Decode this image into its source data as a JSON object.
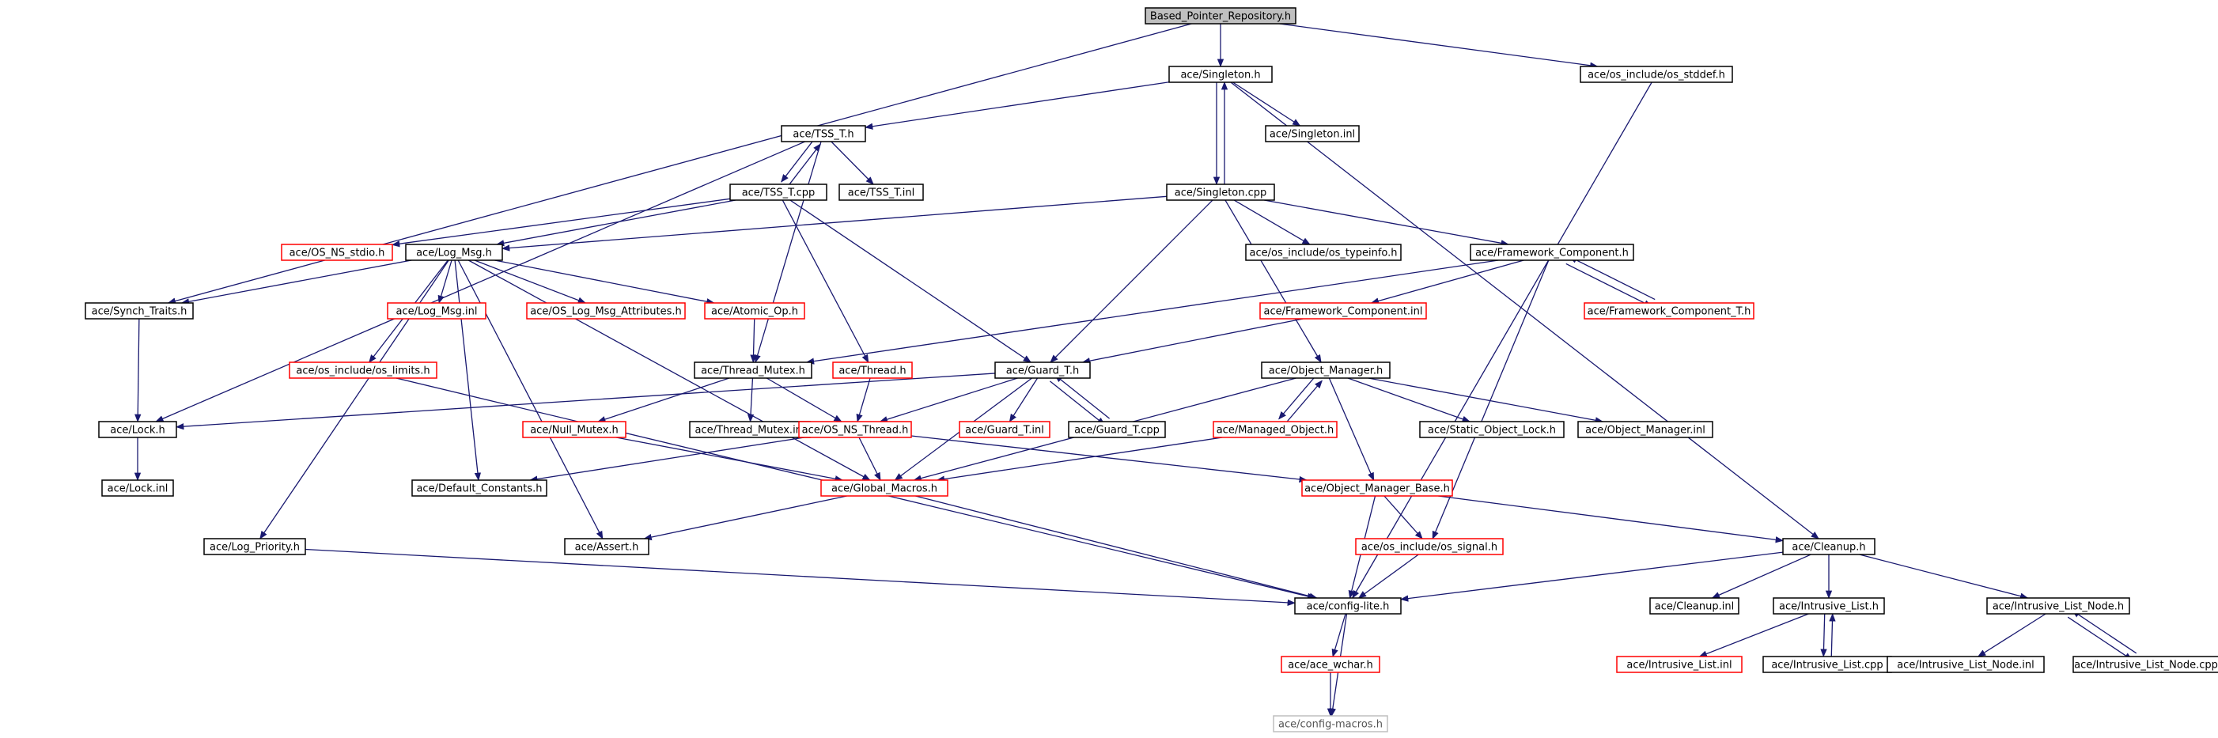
{
  "colors": {
    "edge": "#191970",
    "normal_border": "#000000",
    "truncated_border": "#ff0000",
    "external_border": "#bfbfbf",
    "root_fill": "#bfbfbf",
    "text": "#000000",
    "external_text": "#555555"
  },
  "nodes": [
    {
      "id": "root",
      "label": "Based_Pointer_Repository.h",
      "kind": "root"
    },
    {
      "id": "singleton_h",
      "label": "ace/Singleton.h",
      "kind": "normal"
    },
    {
      "id": "os_stddef",
      "label": "ace/os_include/os_stddef.h",
      "kind": "normal"
    },
    {
      "id": "tss_t_h",
      "label": "ace/TSS_T.h",
      "kind": "normal"
    },
    {
      "id": "singleton_inl",
      "label": "ace/Singleton.inl",
      "kind": "normal"
    },
    {
      "id": "tss_t_cpp",
      "label": "ace/TSS_T.cpp",
      "kind": "normal"
    },
    {
      "id": "tss_t_inl",
      "label": "ace/TSS_T.inl",
      "kind": "normal"
    },
    {
      "id": "singleton_cpp",
      "label": "ace/Singleton.cpp",
      "kind": "normal"
    },
    {
      "id": "os_ns_stdio",
      "label": "ace/OS_NS_stdio.h",
      "kind": "truncated"
    },
    {
      "id": "log_msg_h",
      "label": "ace/Log_Msg.h",
      "kind": "normal"
    },
    {
      "id": "os_typeinfo",
      "label": "ace/os_include/os_typeinfo.h",
      "kind": "normal"
    },
    {
      "id": "fw_comp_h",
      "label": "ace/Framework_Component.h",
      "kind": "normal"
    },
    {
      "id": "synch_traits",
      "label": "ace/Synch_Traits.h",
      "kind": "normal"
    },
    {
      "id": "log_msg_inl",
      "label": "ace/Log_Msg.inl",
      "kind": "truncated"
    },
    {
      "id": "os_log_msg_attr",
      "label": "ace/OS_Log_Msg_Attributes.h",
      "kind": "truncated"
    },
    {
      "id": "atomic_op",
      "label": "ace/Atomic_Op.h",
      "kind": "truncated"
    },
    {
      "id": "fw_comp_inl",
      "label": "ace/Framework_Component.inl",
      "kind": "truncated"
    },
    {
      "id": "fw_comp_t",
      "label": "ace/Framework_Component_T.h",
      "kind": "truncated"
    },
    {
      "id": "os_limits",
      "label": "ace/os_include/os_limits.h",
      "kind": "truncated"
    },
    {
      "id": "thread_mutex_h",
      "label": "ace/Thread_Mutex.h",
      "kind": "normal"
    },
    {
      "id": "thread_h",
      "label": "ace/Thread.h",
      "kind": "truncated"
    },
    {
      "id": "guard_t_h",
      "label": "ace/Guard_T.h",
      "kind": "normal"
    },
    {
      "id": "object_manager_h",
      "label": "ace/Object_Manager.h",
      "kind": "normal"
    },
    {
      "id": "lock_h",
      "label": "ace/Lock.h",
      "kind": "normal"
    },
    {
      "id": "null_mutex",
      "label": "ace/Null_Mutex.h",
      "kind": "truncated"
    },
    {
      "id": "thread_mutex_inl",
      "label": "ace/Thread_Mutex.inl",
      "kind": "normal"
    },
    {
      "id": "os_ns_thread",
      "label": "ace/OS_NS_Thread.h",
      "kind": "truncated"
    },
    {
      "id": "guard_t_inl",
      "label": "ace/Guard_T.inl",
      "kind": "truncated"
    },
    {
      "id": "guard_t_cpp",
      "label": "ace/Guard_T.cpp",
      "kind": "normal"
    },
    {
      "id": "managed_object",
      "label": "ace/Managed_Object.h",
      "kind": "truncated"
    },
    {
      "id": "static_obj_lock",
      "label": "ace/Static_Object_Lock.h",
      "kind": "normal"
    },
    {
      "id": "object_manager_inl",
      "label": "ace/Object_Manager.inl",
      "kind": "normal"
    },
    {
      "id": "lock_inl",
      "label": "ace/Lock.inl",
      "kind": "normal"
    },
    {
      "id": "default_constants",
      "label": "ace/Default_Constants.h",
      "kind": "normal"
    },
    {
      "id": "global_macros",
      "label": "ace/Global_Macros.h",
      "kind": "truncated"
    },
    {
      "id": "obj_mgr_base",
      "label": "ace/Object_Manager_Base.h",
      "kind": "truncated"
    },
    {
      "id": "log_priority",
      "label": "ace/Log_Priority.h",
      "kind": "normal"
    },
    {
      "id": "assert_h",
      "label": "ace/Assert.h",
      "kind": "normal"
    },
    {
      "id": "os_signal",
      "label": "ace/os_include/os_signal.h",
      "kind": "truncated"
    },
    {
      "id": "cleanup_h",
      "label": "ace/Cleanup.h",
      "kind": "normal"
    },
    {
      "id": "config_lite",
      "label": "ace/config-lite.h",
      "kind": "normal"
    },
    {
      "id": "cleanup_inl",
      "label": "ace/Cleanup.inl",
      "kind": "normal"
    },
    {
      "id": "intrusive_list_h",
      "label": "ace/Intrusive_List.h",
      "kind": "normal"
    },
    {
      "id": "intrusive_list_node_h",
      "label": "ace/Intrusive_List_Node.h",
      "kind": "normal"
    },
    {
      "id": "ace_wchar",
      "label": "ace/ace_wchar.h",
      "kind": "truncated"
    },
    {
      "id": "intrusive_list_inl",
      "label": "ace/Intrusive_List.inl",
      "kind": "truncated"
    },
    {
      "id": "intrusive_list_cpp",
      "label": "ace/Intrusive_List.cpp",
      "kind": "normal"
    },
    {
      "id": "intrusive_list_node_inl",
      "label": "ace/Intrusive_List_Node.inl",
      "kind": "normal"
    },
    {
      "id": "intrusive_list_node_cpp",
      "label": "ace/Intrusive_List_Node.cpp",
      "kind": "normal"
    },
    {
      "id": "config_macros",
      "label": "ace/config-macros.h",
      "kind": "external"
    }
  ],
  "edges": [
    [
      "root",
      "singleton_h"
    ],
    [
      "root",
      "os_stddef"
    ],
    [
      "root",
      "synch_traits"
    ],
    [
      "singleton_h",
      "tss_t_h"
    ],
    [
      "singleton_h",
      "singleton_inl"
    ],
    [
      "singleton_h",
      "singleton_cpp"
    ],
    [
      "singleton_h",
      "cleanup_h"
    ],
    [
      "os_stddef",
      "config_lite"
    ],
    [
      "tss_t_h",
      "tss_t_cpp"
    ],
    [
      "tss_t_h",
      "tss_t_inl"
    ],
    [
      "tss_t_h",
      "lock_h"
    ],
    [
      "tss_t_h",
      "thread_mutex_h"
    ],
    [
      "tss_t_cpp",
      "tss_t_h"
    ],
    [
      "tss_t_cpp",
      "os_ns_stdio"
    ],
    [
      "tss_t_cpp",
      "log_msg_h"
    ],
    [
      "tss_t_cpp",
      "thread_h"
    ],
    [
      "tss_t_cpp",
      "guard_t_h"
    ],
    [
      "singleton_cpp",
      "singleton_h"
    ],
    [
      "singleton_cpp",
      "log_msg_h"
    ],
    [
      "singleton_cpp",
      "os_typeinfo"
    ],
    [
      "singleton_cpp",
      "fw_comp_h"
    ],
    [
      "singleton_cpp",
      "guard_t_h"
    ],
    [
      "singleton_cpp",
      "object_manager_h"
    ],
    [
      "log_msg_h",
      "synch_traits"
    ],
    [
      "log_msg_h",
      "log_msg_inl"
    ],
    [
      "log_msg_h",
      "os_log_msg_attr"
    ],
    [
      "log_msg_h",
      "atomic_op"
    ],
    [
      "log_msg_h",
      "os_limits"
    ],
    [
      "log_msg_h",
      "log_priority"
    ],
    [
      "log_msg_h",
      "assert_h"
    ],
    [
      "log_msg_h",
      "default_constants"
    ],
    [
      "log_msg_h",
      "global_macros"
    ],
    [
      "fw_comp_h",
      "fw_comp_inl"
    ],
    [
      "fw_comp_h",
      "fw_comp_t"
    ],
    [
      "fw_comp_h",
      "thread_mutex_h"
    ],
    [
      "fw_comp_h",
      "os_signal"
    ],
    [
      "fw_comp_t",
      "fw_comp_h"
    ],
    [
      "synch_traits",
      "lock_h"
    ],
    [
      "atomic_op",
      "thread_mutex_h"
    ],
    [
      "fw_comp_inl",
      "guard_t_h"
    ],
    [
      "os_limits",
      "config_lite"
    ],
    [
      "thread_mutex_h",
      "null_mutex"
    ],
    [
      "thread_mutex_h",
      "thread_mutex_inl"
    ],
    [
      "thread_mutex_h",
      "os_ns_thread"
    ],
    [
      "thread_h",
      "os_ns_thread"
    ],
    [
      "guard_t_h",
      "lock_h"
    ],
    [
      "guard_t_h",
      "os_ns_thread"
    ],
    [
      "guard_t_h",
      "guard_t_inl"
    ],
    [
      "guard_t_h",
      "guard_t_cpp"
    ],
    [
      "guard_t_h",
      "global_macros"
    ],
    [
      "guard_t_cpp",
      "guard_t_h"
    ],
    [
      "object_manager_h",
      "managed_object"
    ],
    [
      "object_manager_h",
      "static_obj_lock"
    ],
    [
      "object_manager_h",
      "object_manager_inl"
    ],
    [
      "object_manager_h",
      "obj_mgr_base"
    ],
    [
      "object_manager_h",
      "global_macros"
    ],
    [
      "managed_object",
      "object_manager_h"
    ],
    [
      "managed_object",
      "global_macros"
    ],
    [
      "lock_h",
      "lock_inl"
    ],
    [
      "null_mutex",
      "global_macros"
    ],
    [
      "os_ns_thread",
      "global_macros"
    ],
    [
      "os_ns_thread",
      "default_constants"
    ],
    [
      "os_ns_thread",
      "obj_mgr_base"
    ],
    [
      "global_macros",
      "assert_h"
    ],
    [
      "global_macros",
      "config_lite"
    ],
    [
      "obj_mgr_base",
      "os_signal"
    ],
    [
      "obj_mgr_base",
      "cleanup_h"
    ],
    [
      "obj_mgr_base",
      "config_lite"
    ],
    [
      "log_priority",
      "config_lite"
    ],
    [
      "os_signal",
      "config_lite"
    ],
    [
      "cleanup_h",
      "config_lite"
    ],
    [
      "cleanup_h",
      "cleanup_inl"
    ],
    [
      "cleanup_h",
      "intrusive_list_h"
    ],
    [
      "cleanup_h",
      "intrusive_list_node_h"
    ],
    [
      "intrusive_list_h",
      "intrusive_list_inl"
    ],
    [
      "intrusive_list_h",
      "intrusive_list_cpp"
    ],
    [
      "intrusive_list_cpp",
      "intrusive_list_h"
    ],
    [
      "intrusive_list_node_h",
      "intrusive_list_node_inl"
    ],
    [
      "intrusive_list_node_h",
      "intrusive_list_node_cpp"
    ],
    [
      "intrusive_list_node_cpp",
      "intrusive_list_node_h"
    ],
    [
      "config_lite",
      "ace_wchar"
    ],
    [
      "config_lite",
      "config_macros"
    ],
    [
      "ace_wchar",
      "config_macros"
    ]
  ]
}
